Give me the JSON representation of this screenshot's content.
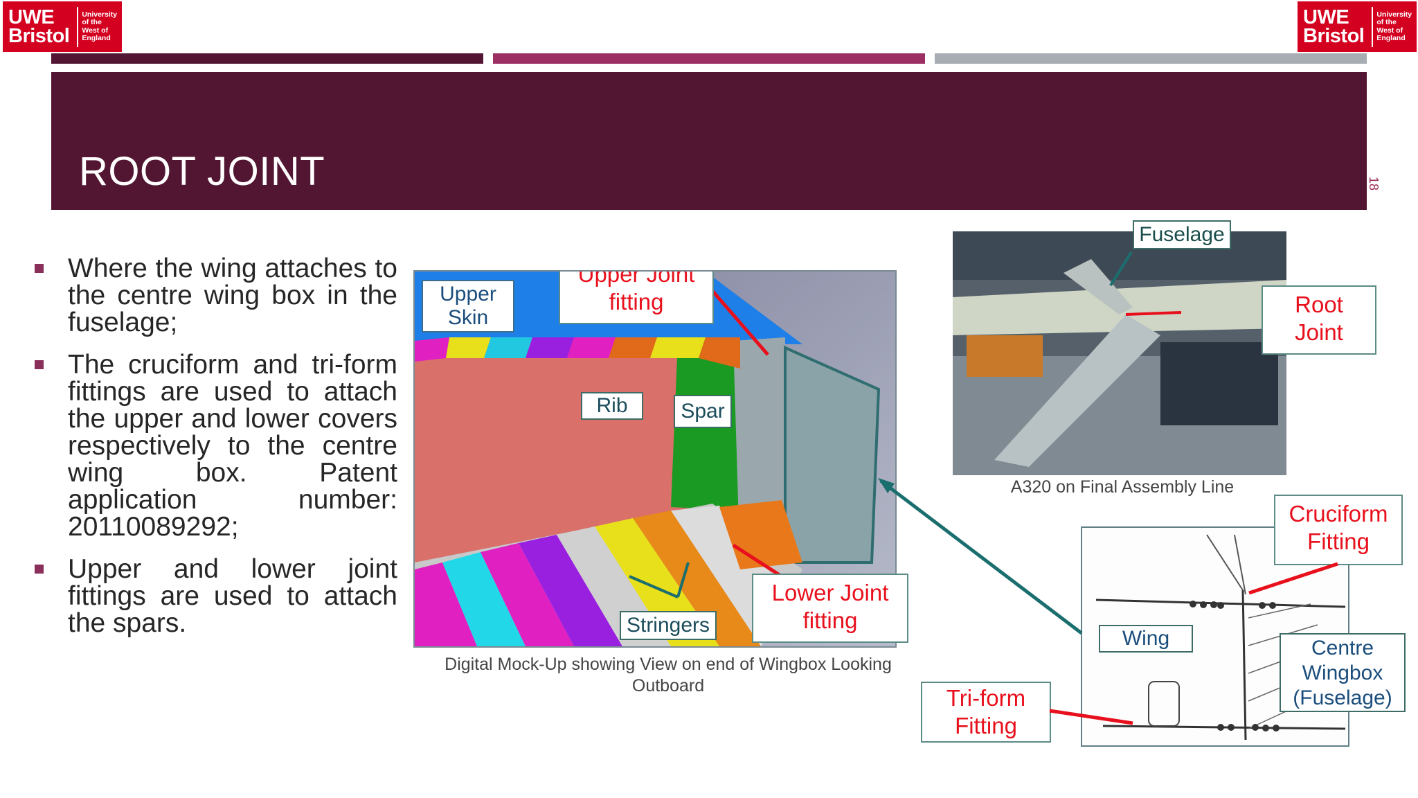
{
  "logo": {
    "main_line1": "UWE",
    "main_line2": "Bristol",
    "small_lines": [
      "University",
      "of the",
      "West of",
      "England"
    ]
  },
  "colors": {
    "maroon": "#521633",
    "bar_dark": "#521633",
    "bar_mid": "#9b2e63",
    "bar_light": "#a7adb2",
    "accent_red": "#e8101c",
    "logo_red": "#d4001f"
  },
  "slide": {
    "title": "ROOT JOINT",
    "page_number": "18"
  },
  "bullets": [
    "Where the wing attaches to the centre wing box in the fuselage;",
    "The cruciform and tri-form fittings are used to attach the upper and lower covers respectively to the centre wing box. Patent application number: 20110089292;",
    "Upper and lower joint fittings are used to attach the spars."
  ],
  "diagram": {
    "labels": {
      "upper_skin": "Upper Skin",
      "upper_joint": "Upper Joint fitting",
      "rib": "Rib",
      "spar": "Spar",
      "stringers": "Stringers",
      "lower_joint": "Lower Joint fitting"
    },
    "caption": "Digital Mock-Up showing View on end of Wingbox Looking Outboard"
  },
  "photo": {
    "labels": {
      "fuselage": "Fuselage",
      "root_joint": "Root Joint"
    },
    "caption": "A320 on Final Assembly Line"
  },
  "sketch": {
    "labels": {
      "cruciform": "Cruciform Fitting",
      "wing": "Wing",
      "centre_wingbox": "Centre Wingbox (Fuselage)",
      "triform": "Tri-form Fitting"
    }
  }
}
